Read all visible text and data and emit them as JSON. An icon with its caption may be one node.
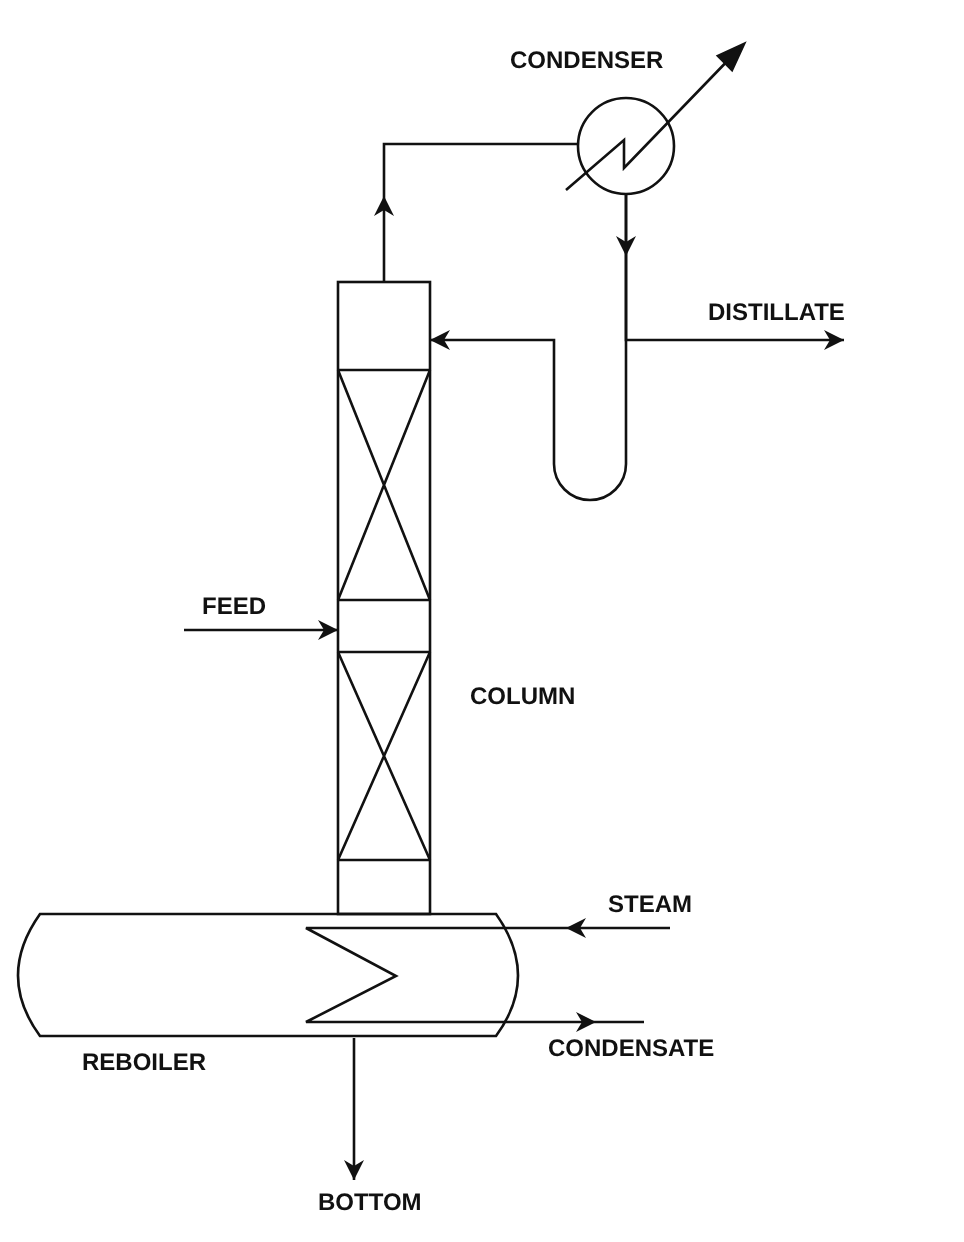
{
  "diagram": {
    "nodes": [
      {
        "text": [
          "CONDENSER"
        ]
      },
      {
        "text": [
          "DISTILLATE"
        ]
      },
      {
        "text": [
          "COLUMN"
        ]
      },
      {
        "text": [
          "FEED"
        ]
      },
      {
        "text": [
          "STEAM"
        ]
      },
      {
        "text": [
          "REBOILER"
        ]
      },
      {
        "text": [
          "CONDENSATE"
        ]
      },
      {
        "text": [
          "BOTTOM"
        ]
      }
    ],
    "edges": [
      {
        "from": 3,
        "to": 2,
        "arrow": "to"
      },
      {
        "from": 2,
        "to": 0,
        "arrow": "to"
      },
      {
        "from": 0,
        "to": 2,
        "arrow": "to"
      },
      {
        "from": 0,
        "to": 1,
        "arrow": "to"
      },
      {
        "from": 4,
        "to": 5,
        "arrow": "to"
      },
      {
        "from": 5,
        "to": 6,
        "arrow": "to"
      },
      {
        "from": 5,
        "to": 7,
        "arrow": "to"
      }
    ]
  }
}
